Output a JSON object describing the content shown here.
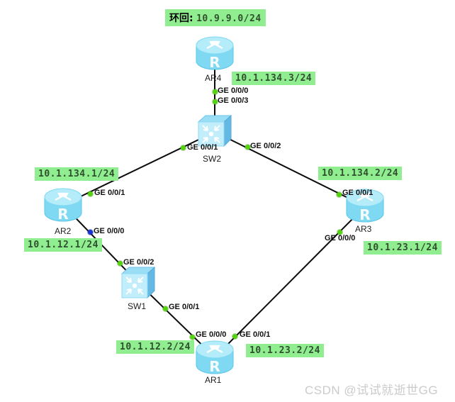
{
  "loopback_label": {
    "prefix": "环回:",
    "value": "10.9.9.0/24"
  },
  "watermark": "CSDN @试试就逝世GG",
  "colors": {
    "highlight_bg": "#90ee90",
    "dot_up": "#55d40e",
    "dot_down": "#1733d6",
    "link": "#0b0b0b",
    "router_body": "#7fd9f2",
    "switch_front": "#c2eefb"
  },
  "nodes": [
    {
      "id": "AR4",
      "type": "router",
      "label": "AR4"
    },
    {
      "id": "SW2",
      "type": "switch",
      "label": "SW2"
    },
    {
      "id": "AR2",
      "type": "router",
      "label": "AR2"
    },
    {
      "id": "AR3",
      "type": "router",
      "label": "AR3"
    },
    {
      "id": "SW1",
      "type": "switch",
      "label": "SW1"
    },
    {
      "id": "AR1",
      "type": "router",
      "label": "AR1"
    }
  ],
  "links": [
    {
      "from": "AR4",
      "to": "SW2"
    },
    {
      "from": "SW2",
      "to": "AR2"
    },
    {
      "from": "SW2",
      "to": "AR3"
    },
    {
      "from": "AR2",
      "to": "SW1"
    },
    {
      "from": "SW1",
      "to": "AR1"
    },
    {
      "from": "AR3",
      "to": "AR1"
    }
  ],
  "interfaces": [
    {
      "device": "AR4",
      "label": "GE 0/0/0",
      "dot": "green"
    },
    {
      "device": "SW2",
      "label": "GE 0/0/3",
      "dot": "green"
    },
    {
      "device": "SW2",
      "label": "GE 0/0/1",
      "dot": "green"
    },
    {
      "device": "SW2",
      "label": "GE 0/0/2",
      "dot": "green"
    },
    {
      "device": "AR2",
      "label": "GE 0/0/1",
      "dot": "green"
    },
    {
      "device": "AR2",
      "label": "GE 0/0/0",
      "dot": "blue"
    },
    {
      "device": "SW1",
      "label": "GE 0/0/2",
      "dot": "green"
    },
    {
      "device": "SW1",
      "label": "GE 0/0/1",
      "dot": "green"
    },
    {
      "device": "AR1",
      "label": "GE 0/0/0",
      "dot": "green"
    },
    {
      "device": "AR1",
      "label": "GE 0/0/1",
      "dot": "green"
    },
    {
      "device": "AR3",
      "label": "GE 0/0/1",
      "dot": "green"
    },
    {
      "device": "AR3",
      "label": "GE 0/0/0",
      "dot": "green"
    }
  ],
  "ip_labels": [
    {
      "text": "10.1.134.3/24"
    },
    {
      "text": "10.1.134.1/24"
    },
    {
      "text": "10.1.12.1/24"
    },
    {
      "text": "10.1.134.2/24"
    },
    {
      "text": "10.1.23.1/24"
    },
    {
      "text": "10.1.12.2/24"
    },
    {
      "text": "10.1.23.2/24"
    }
  ]
}
